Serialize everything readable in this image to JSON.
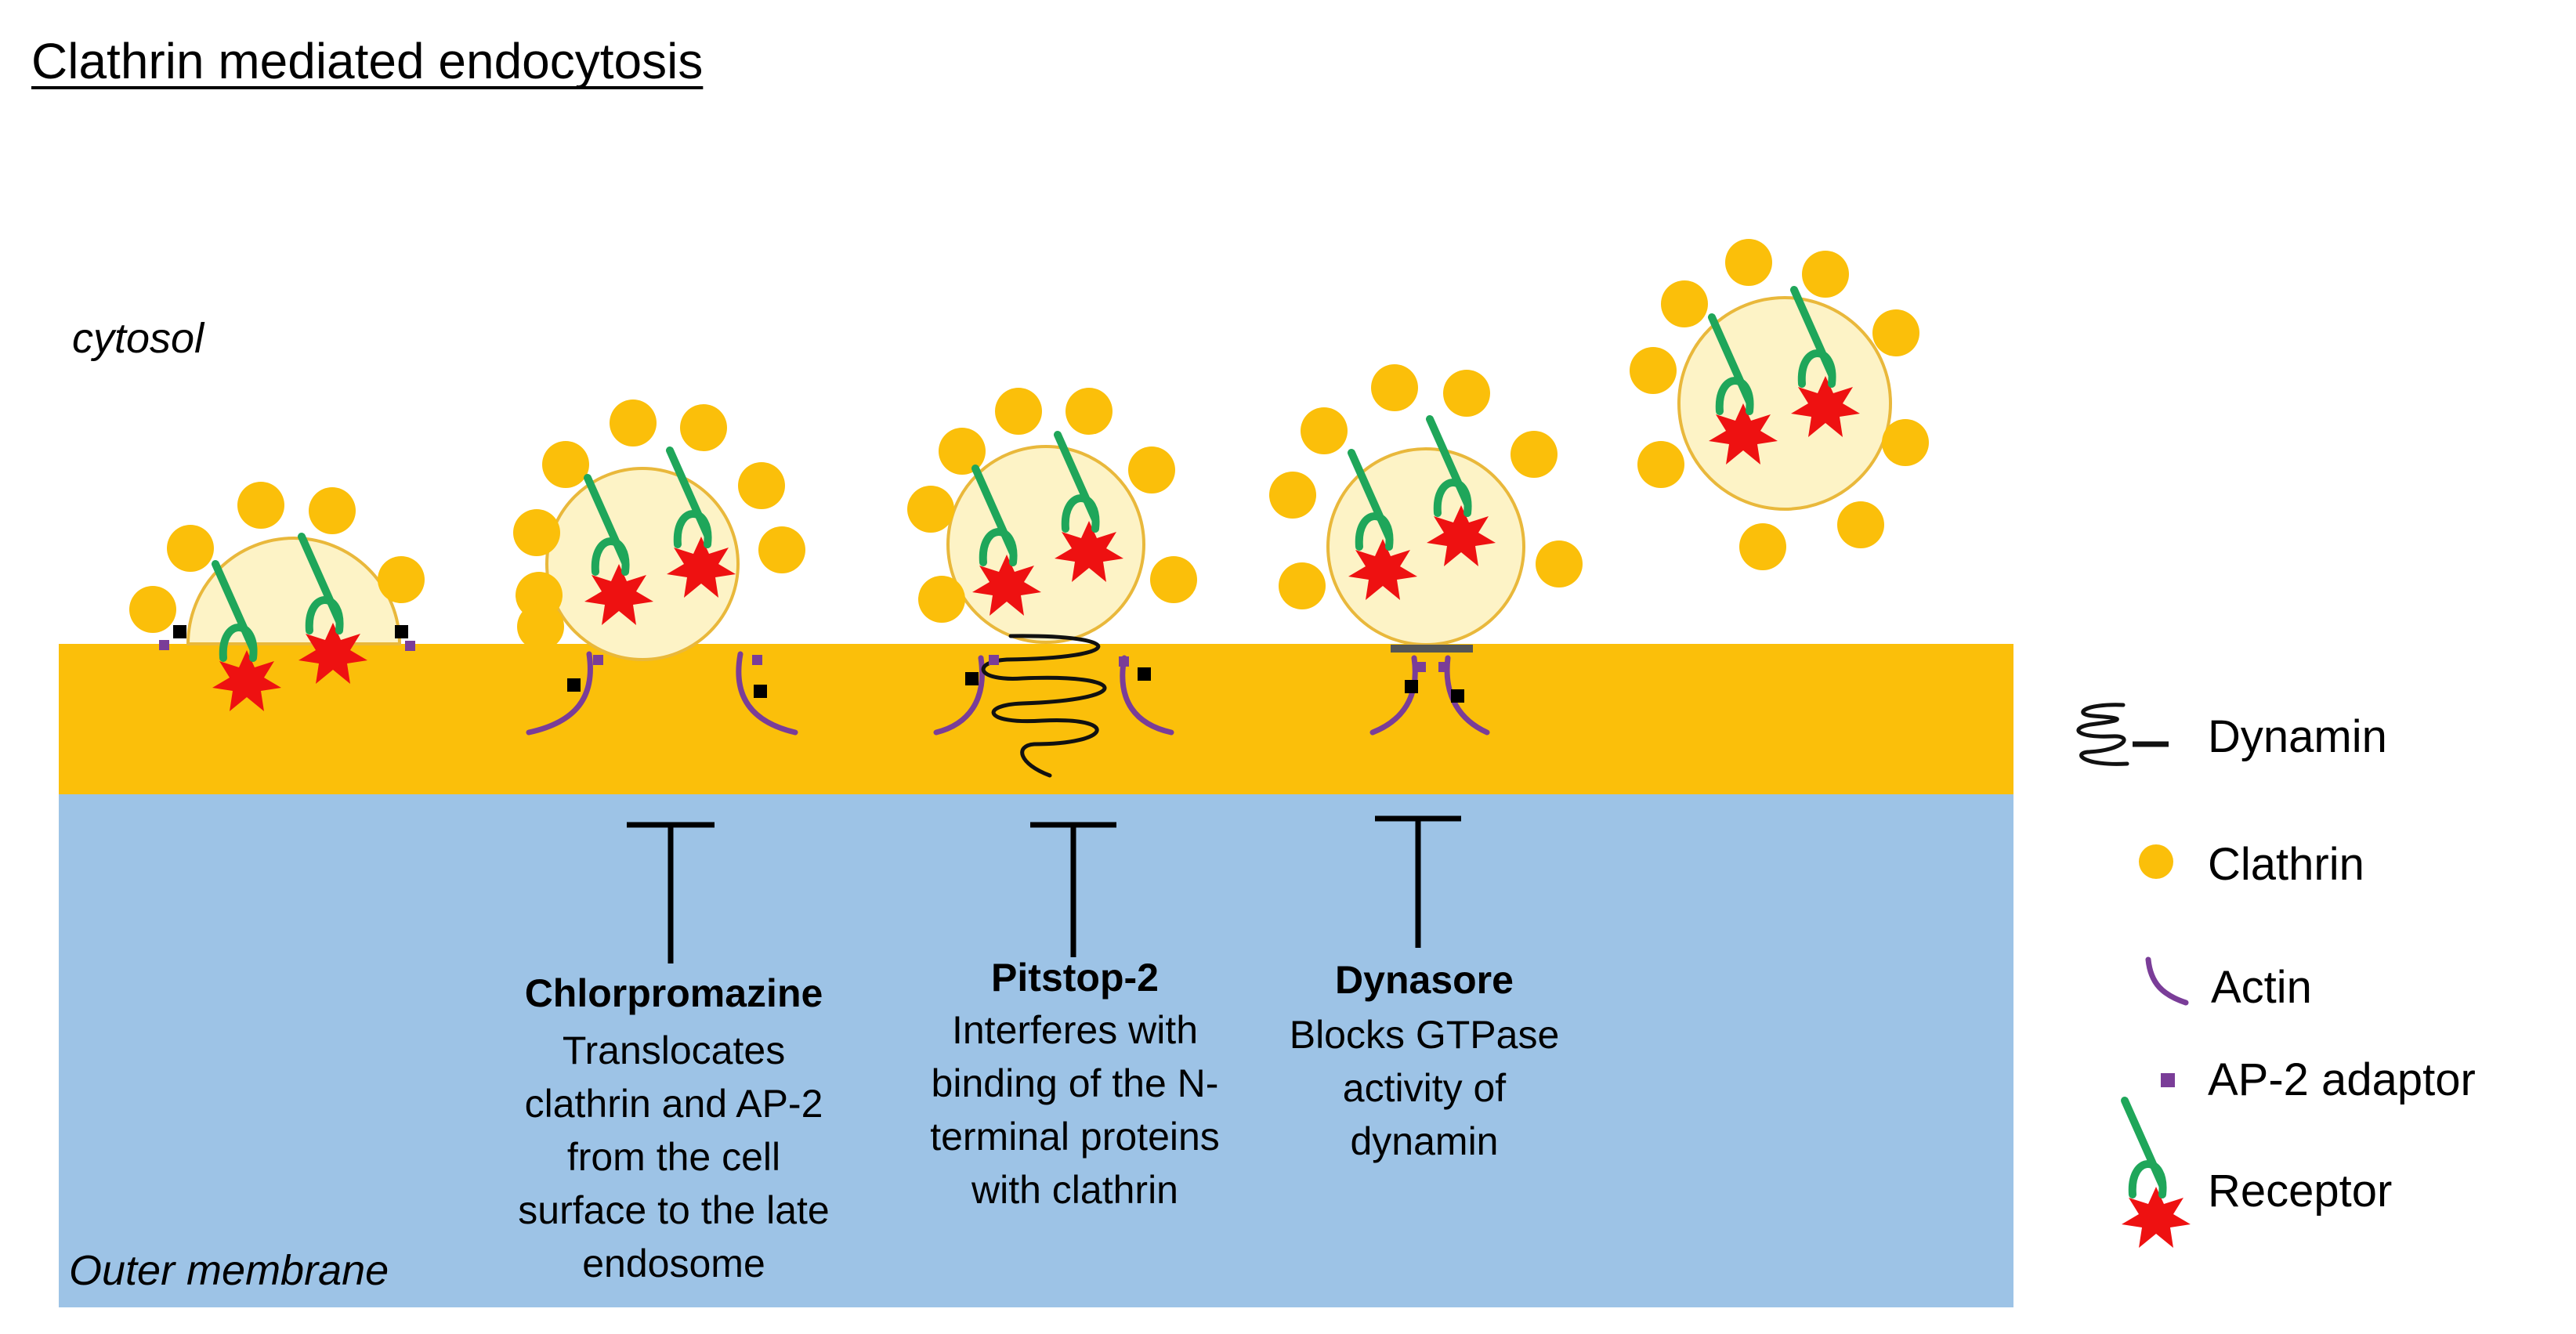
{
  "title": "Clathrin mediated endocytosis",
  "region_labels": {
    "cytosol": "cytosol",
    "outer_membrane": "Outer membrane"
  },
  "colors": {
    "membrane": "#FBBF0A",
    "outer": "#9DC3E6",
    "clathrin": "#FBBF0A",
    "vesicle_fill": "#FDF3C6",
    "vesicle_stroke": "#E9B83B",
    "receptor_stem": "#1FA65A",
    "receptor_star": "#EE1111",
    "actin": "#7A3D98",
    "ap2": "#7A3D98",
    "dynamin": "#111111"
  },
  "inhibitors": [
    {
      "name": "Chlorpromazine",
      "description": [
        "Translocates",
        "clathrin and AP-2",
        "from the cell",
        "surface to the late",
        "endosome"
      ]
    },
    {
      "name": "Pitstop-2",
      "description": [
        "Interferes with",
        "binding of the N-",
        "terminal proteins",
        "with clathrin"
      ]
    },
    {
      "name": "Dynasore",
      "description": [
        "Blocks GTPase",
        "activity of",
        "dynamin"
      ]
    }
  ],
  "legend": [
    {
      "label": "Dynamin",
      "icon": "dynamin-icon"
    },
    {
      "label": "Clathrin",
      "icon": "clathrin-icon"
    },
    {
      "label": "Actin",
      "icon": "actin-icon"
    },
    {
      "label": "AP-2 adaptor",
      "icon": "ap2-adaptor-icon"
    },
    {
      "label": "Receptor",
      "icon": "receptor-icon"
    }
  ]
}
